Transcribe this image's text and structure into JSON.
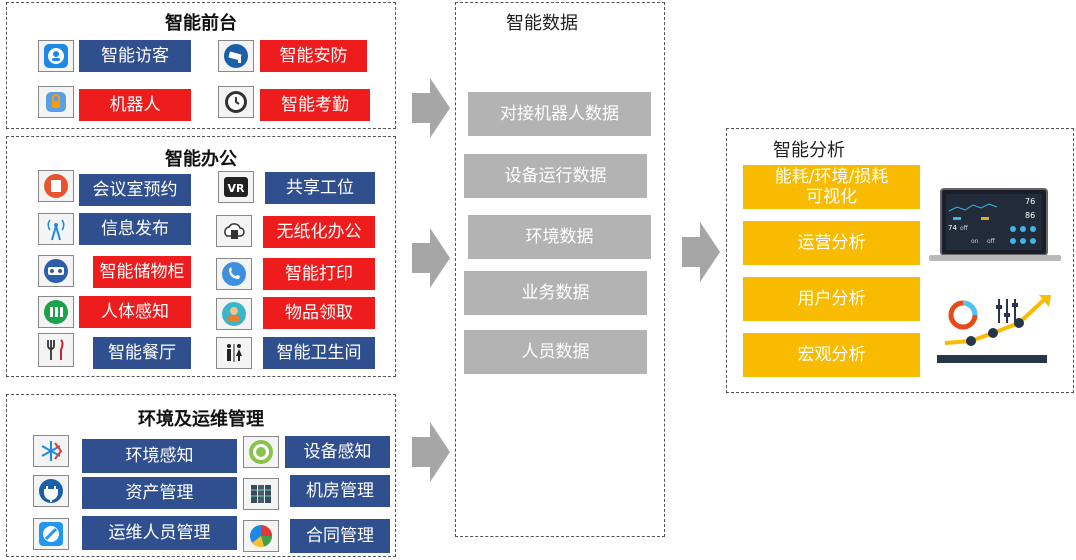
{
  "front": {
    "title": "智能前台",
    "items": [
      "智能访客",
      "智能安防",
      "机器人",
      "智能考勤"
    ]
  },
  "office": {
    "title": "智能办公",
    "items": [
      "会议室预约",
      "共享工位",
      "信息发布",
      "无纸化办公",
      "智能储物柜",
      "智能打印",
      "人体感知",
      "物品领取",
      "智能餐厅",
      "智能卫生间"
    ]
  },
  "ops": {
    "title": "环境及运维管理",
    "items": [
      "环境感知",
      "设备感知",
      "资产管理",
      "机房管理",
      "运维人员管理",
      "合同管理"
    ]
  },
  "data": {
    "title": "智能数据",
    "items": [
      "对接机器人数据",
      "设备运行数据",
      "环境数据",
      "业务数据",
      "人员数据"
    ]
  },
  "analysis": {
    "title": "智能分析",
    "item1_line1": "能耗/环境/损耗",
    "item1_line2": "可视化",
    "items": [
      "运营分析",
      "用户分析",
      "宏观分析"
    ]
  },
  "dashboard": {
    "v1": "76",
    "v2": "74",
    "v3": "off",
    "v4": "86",
    "v5": "off",
    "v6": "on"
  },
  "colors": {
    "blue": "#2f4f8f",
    "red": "#ee1c1c",
    "grey": "#b3b3b3",
    "yellow": "#f8bb00"
  }
}
